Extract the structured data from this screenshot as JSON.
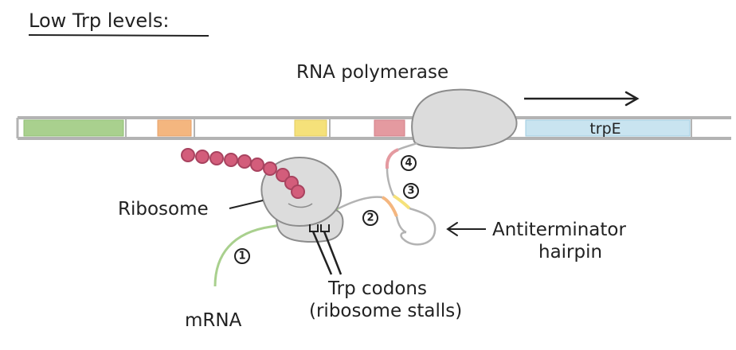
{
  "title": "Low Trp levels:",
  "labels": {
    "rna_polymerase": "RNA polymerase",
    "gene": "trpE",
    "ribosome": "Ribosome",
    "antiterminator_line1": "Antiterminator",
    "antiterminator_line2": "hairpin",
    "trp_codons_line1": "Trp codons",
    "trp_codons_line2": "(ribosome stalls)",
    "mrna": "mRNA"
  },
  "regions": [
    "1",
    "2",
    "3",
    "4"
  ],
  "colors": {
    "region1": "#a9d08e",
    "region2": "#f4b67f",
    "region3": "#f5e17a",
    "region4": "#e49aa0",
    "gene": "#c9e4f0",
    "polymerase": "#dcdcdc",
    "amino_acid_chain": "#d35d7b"
  }
}
